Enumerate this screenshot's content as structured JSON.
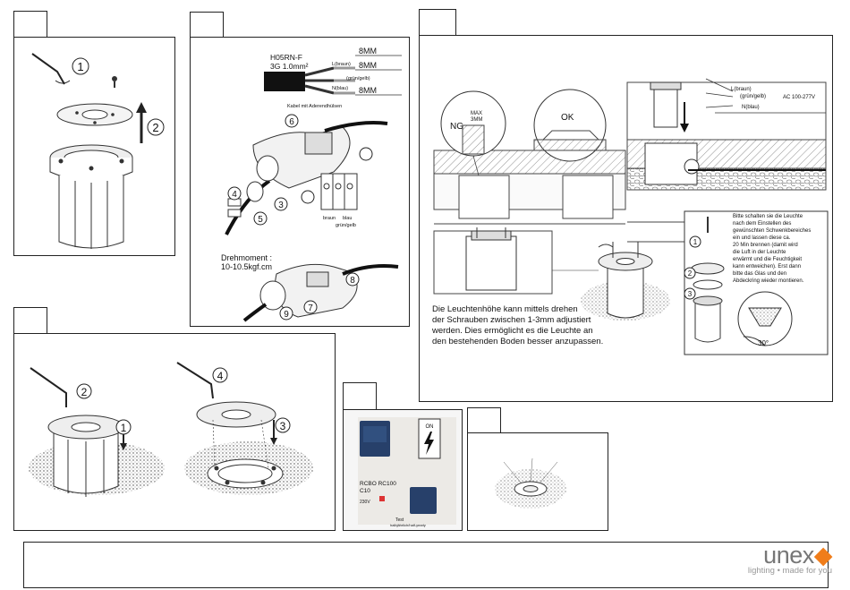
{
  "steps": {
    "s1_n1": "1",
    "s1_n2": "2",
    "s2_n3": "3",
    "s2_n4": "4",
    "s2_n5": "5",
    "s2_n6": "6",
    "s2_n7": "7",
    "s2_n8": "8",
    "s2_n9": "9",
    "s3_n1": "1",
    "s3_n2": "2",
    "s3_n3": "3",
    "s3_n4": "4",
    "s5_n1": "1",
    "s5_n2": "2",
    "s5_n3": "3"
  },
  "cable": {
    "type": "H05RN-F",
    "spec": "3G 1.0mm²",
    "len1": "8MM",
    "len2": "8MM",
    "len3": "8MM",
    "wire_l": "L(braun)",
    "wire_pe": "(grün/gelb)",
    "wire_n": "N(blau)",
    "caption": "Kabel mit Aderendhülsen",
    "terminal_braun": "braun",
    "terminal_blau": "blau",
    "terminal_gg": "grün/gelb",
    "torque_label": "Drehmoment :",
    "torque_value": "10-10.5kgf.cm"
  },
  "install": {
    "ng": "NG",
    "max_label": "MAX",
    "max_value": "3MM",
    "ok": "OK",
    "wire_l": "L(braun)",
    "wire_pe": "(grün/gelb)",
    "wire_n": "N(blau)",
    "voltage": "AC 100-277V",
    "height_note": [
      "Die Leuchtenhöhe kann mittels drehen",
      "der Schrauben zwischen 1-3mm adjustiert",
      "werden. Dies ermöglicht es die Leuchte an",
      "den bestehenden Boden besser anzupassen."
    ],
    "heat_note": [
      "Bitte schalten sie die Leuchte",
      "nach dem Einstellen des",
      "gewünschten Schwenkbereiches",
      "ein und lassen diese ca.",
      "20 Min brennen (damit wird",
      "die Luft in der Leuchte",
      "erwärmt und die Feuchtigkeit",
      "kann entweichen). Erst dann",
      "bitte das Glas und den",
      "Abdeckring wieder montieren."
    ],
    "angle": "30°"
  },
  "breaker": {
    "on_label": "ON",
    "model": "RCBO RC100",
    "rating": "C10",
    "voltage": "230V",
    "test_label": "Test",
    "test_sub": "halbjährlich/half-yearly"
  },
  "brand": {
    "logo_main": "unex",
    "tagline": "lighting • made for you",
    "accent_color": "#f07d1a"
  }
}
